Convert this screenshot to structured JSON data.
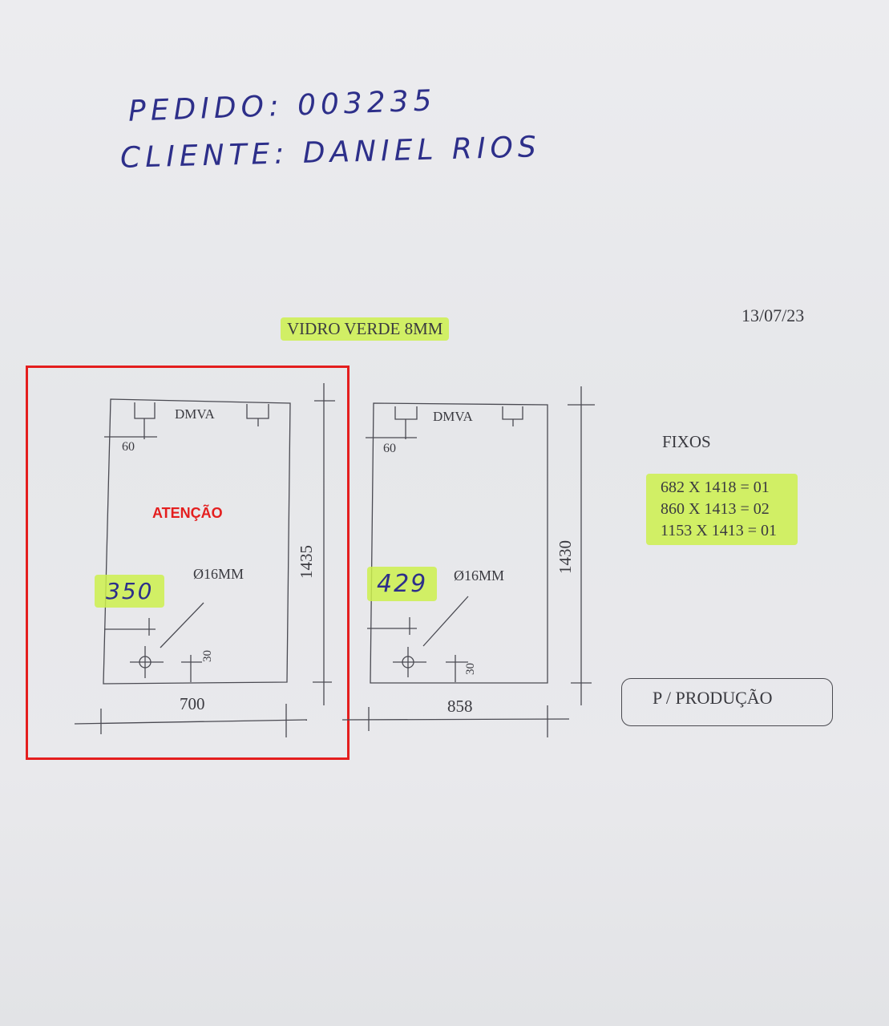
{
  "header": {
    "pedido": "PEDIDO: 003235",
    "cliente": "CLIENTE: DANIEL RIOS"
  },
  "material": "VIDRO VERDE 8MM",
  "date": "13/07/23",
  "warning": "ATENÇÃO",
  "panels": [
    {
      "label": "DMVA",
      "offset_dim": "60",
      "hole_label": "Ø16MM",
      "hole_dim": "30",
      "height": "1435",
      "width": "700",
      "handwritten_note": "350"
    },
    {
      "label": "DMVA",
      "offset_dim": "60",
      "hole_label": "Ø16MM",
      "hole_dim": "30",
      "height": "1430",
      "width": "858",
      "handwritten_note": "429"
    }
  ],
  "fixos": {
    "title": "FIXOS",
    "items": [
      "682 X 1418 = 01",
      "860 X 1413 = 02",
      "1153 X 1413 = 01"
    ]
  },
  "production_label": "P / PRODUÇÃO",
  "colors": {
    "ink_handwriting": "#2d2f8a",
    "highlighter": "#ccf04e",
    "warning_red": "#e41e1e"
  }
}
